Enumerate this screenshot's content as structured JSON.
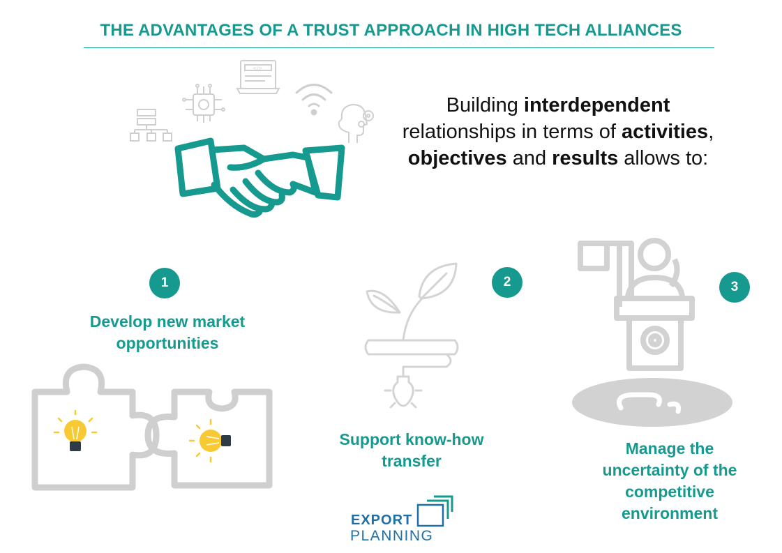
{
  "header": {
    "title": "THE ADVANTAGES OF A TRUST APPROACH IN HIGH TECH ALLIANCES"
  },
  "intro": {
    "line1_plain": "Building ",
    "line1_bold": "interdependent",
    "line2_plain": "relationships in terms of ",
    "line2_bold": "activities",
    "line2_comma": ",",
    "line3_bold1": "objectives",
    "line3_and": " and ",
    "line3_bold2": "results",
    "line3_end": " allows to:"
  },
  "items": [
    {
      "number": "1",
      "line1": "Develop new market",
      "line2": "opportunities",
      "icon": "puzzle-lightbulb-icon"
    },
    {
      "number": "2",
      "line1": "Support know-how",
      "line2": "transfer",
      "icon": "plant-lightbulb-icon"
    },
    {
      "number": "3",
      "line1": "Manage the",
      "line2": "uncertainty of the",
      "line3": "competitive",
      "line4": "environment",
      "icon": "speaker-podium-icon"
    }
  ],
  "logo": {
    "export": "EXPORT",
    "planning": "PLANNING"
  },
  "colors": {
    "accent": "#16998f",
    "icon_gray": "#cfcfcf",
    "bulb_yellow": "#f7c932",
    "logo_blue": "#1e6fa6"
  }
}
